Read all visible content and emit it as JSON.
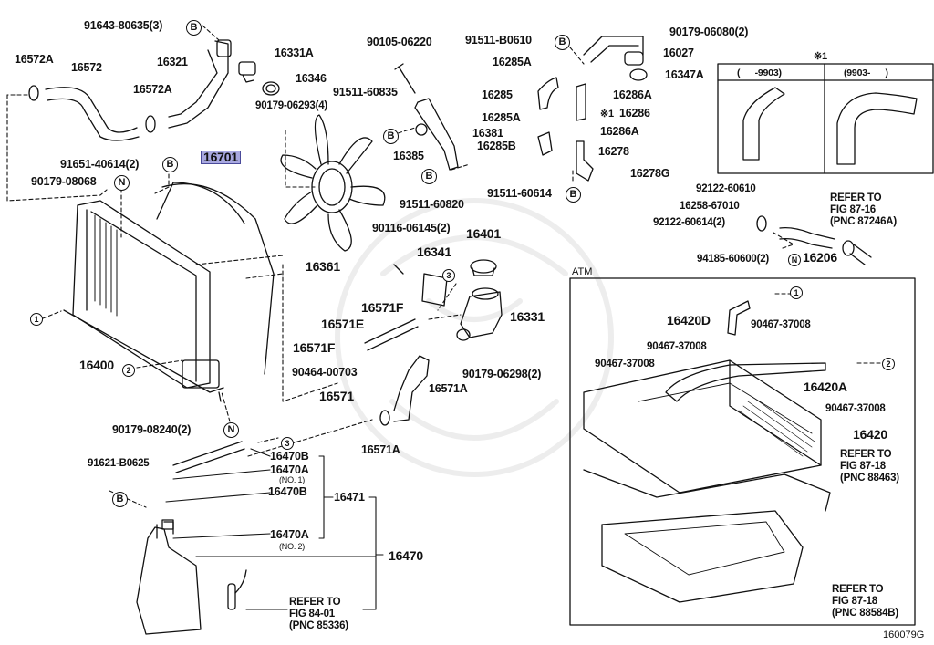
{
  "diagram": {
    "highlighted_part": "16701",
    "figure_code": "160079G",
    "inset_note_mark": "※1",
    "inset_columns": [
      "(      -9903)",
      "(9903-      )"
    ],
    "atm_label": "ATM"
  },
  "labels": {
    "p91643_80635": "91643-80635(3)",
    "p16572A_a": "16572A",
    "p16572": "16572",
    "p16572A_b": "16572A",
    "p16321": "16321",
    "p16331A": "16331A",
    "p16346": "16346",
    "p90179_06293": "90179-06293(4)",
    "p90105_06220": "90105-06220",
    "p91511_60835": "91511-60835",
    "p16385": "16385",
    "p16381": "16381",
    "p91511_60820": "91511-60820",
    "p91511_B0610": "91511-B0610",
    "p16285A_a": "16285A",
    "p16285": "16285",
    "p16285A_b": "16285A",
    "p16285B": "16285B",
    "p90179_06080": "90179-06080(2)",
    "p16027": "16027",
    "p16347A": "16347A",
    "p16286A_a": "16286A",
    "p16286_mark": "※1",
    "p16286": "16286",
    "p16286A_b": "16286A",
    "p16278": "16278",
    "p16278G": "16278G",
    "p91511_60614": "91511-60614",
    "p91651_40614": "91651-40614(2)",
    "p90179_08068": "90179-08068",
    "p16701": "16701",
    "p16361": "16361",
    "p90116_06145": "90116-06145(2)",
    "p16341": "16341",
    "p16401": "16401",
    "p16331": "16331",
    "p16571F_a": "16571F",
    "p16571E": "16571E",
    "p16571F_b": "16571F",
    "p90464_00703": "90464-00703",
    "p16571": "16571",
    "p16571A_a": "16571A",
    "p16571A_b": "16571A",
    "p90179_06298": "90179-06298(2)",
    "p16400": "16400",
    "p90179_08240": "90179-08240(2)",
    "p91621_B0625": "91621-B0625",
    "p16470B_a": "16470B",
    "p16470A_a": "16470A",
    "p16470A_a_note": "(NO. 1)",
    "p16470B_b": "16470B",
    "p16471": "16471",
    "p16470A_b": "16470A",
    "p16470A_b_note": "(NO. 2)",
    "p16470": "16470",
    "ref_84_01": "REFER TO\nFIG 84-01\n(PNC 85336)",
    "p92122_60610": "92122-60610",
    "p16258_67010": "16258-67010",
    "p92122_60614": "92122-60614(2)",
    "p94185_60600": "94185-60600(2)",
    "p16206": "16206",
    "ref_87_16": "REFER TO\nFIG 87-16\n(PNC 87246A)",
    "p16420D": "16420D",
    "p90467_37008_a": "90467-37008",
    "p90467_37008_b": "90467-37008",
    "p90467_37008_c": "90467-37008",
    "p16420A": "16420A",
    "p90467_37008_d": "90467-37008",
    "p16420": "16420",
    "ref_87_18_a": "REFER TO\nFIG 87-18\n(PNC 88463)",
    "ref_87_18_b": "REFER TO\nFIG 87-18\n(PNC 88584B)"
  },
  "callouts": {
    "B": "B",
    "N": "N",
    "one": "1",
    "two": "2",
    "three": "3"
  }
}
